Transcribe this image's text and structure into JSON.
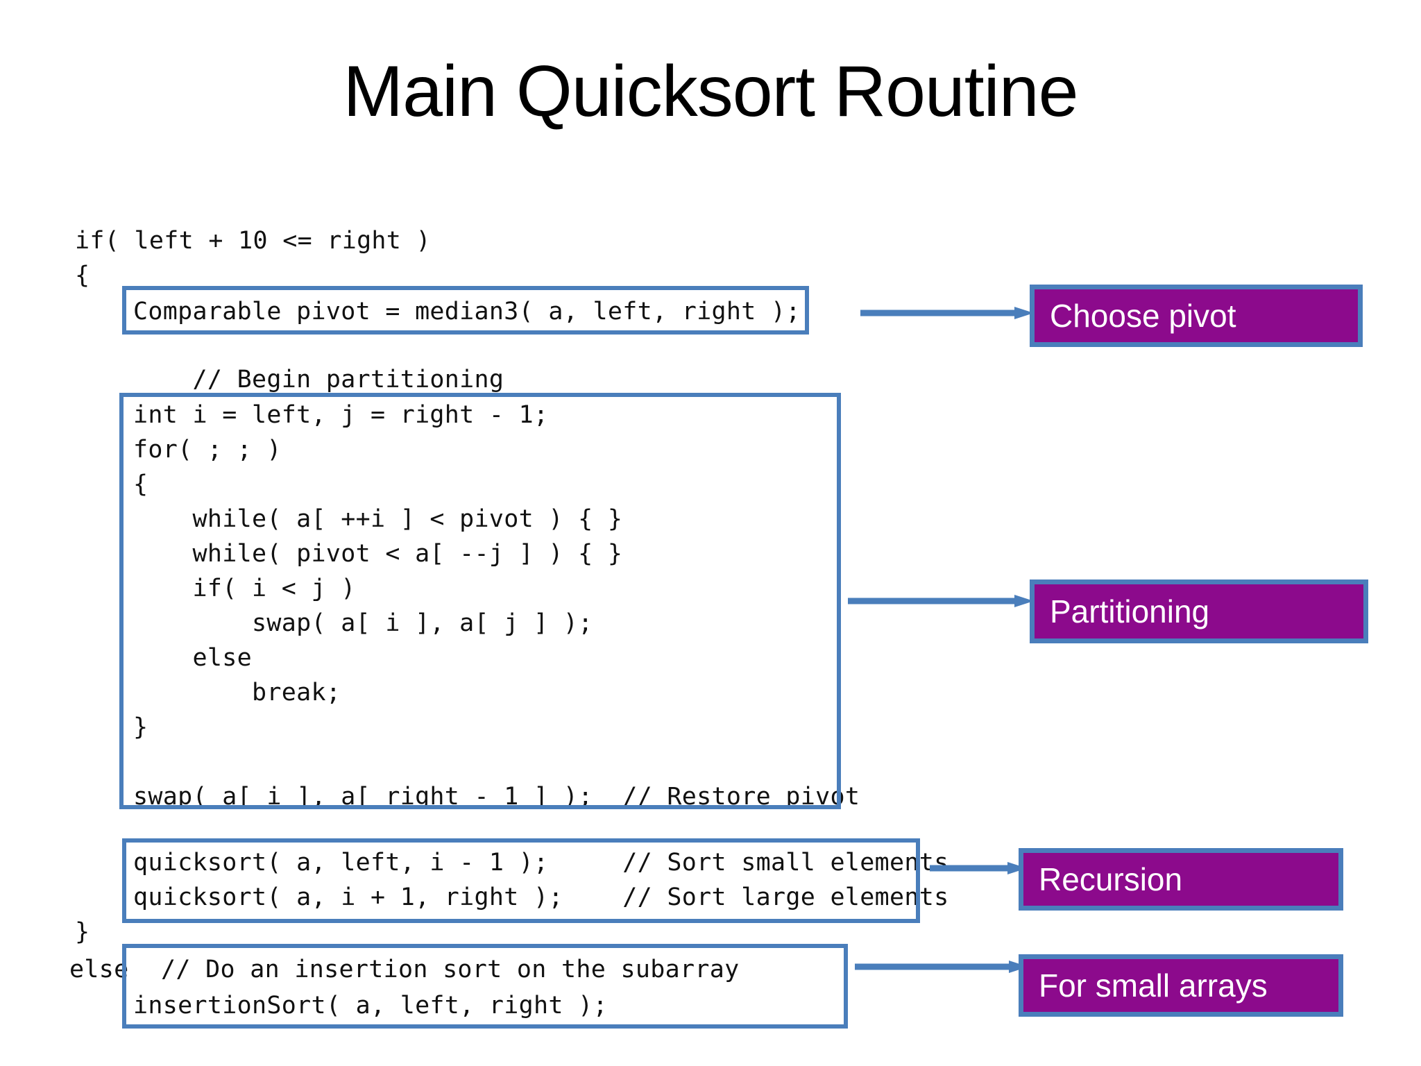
{
  "slide": {
    "title": "Main Quicksort Routine",
    "background_color": "#ffffff"
  },
  "theme": {
    "callout_fill": "#8C0A8C",
    "callout_border": "#4a7ebb",
    "callout_text_color": "#ffffff",
    "highlight_box_border": "#4a7ebb",
    "arrow_color": "#4a7ebb",
    "code_text_color": "#111111"
  },
  "code": {
    "line_if": "if( left + 10 <= right )",
    "line_open_brace": "{",
    "pivot_box": "Comparable pivot = median3( a, left, right );",
    "comment_begin_partitioning": "    // Begin partitioning",
    "partition_lines": [
      "int i = left, j = right - 1;",
      "for( ; ; )",
      "{",
      "    while( a[ ++i ] < pivot ) { }",
      "    while( pivot < a[ --j ] ) { }",
      "    if( i < j )",
      "        swap( a[ i ], a[ j ] );",
      "    else",
      "        break;",
      "}",
      "",
      "swap( a[ i ], a[ right - 1 ] );  // Restore pivot"
    ],
    "recursion_lines": [
      "quicksort( a, left, i - 1 );     // Sort small elements",
      "quicksort( a, i + 1, right );    // Sort large elements"
    ],
    "line_close_brace": "}",
    "else_keyword": "else",
    "else_comment": "// Do an insertion sort on the subarray",
    "insertion_line": "insertionSort( a, left, right );"
  },
  "callouts": [
    {
      "id": "choose-pivot",
      "label": "Choose pivot"
    },
    {
      "id": "partitioning",
      "label": "Partitioning"
    },
    {
      "id": "recursion",
      "label": "Recursion"
    },
    {
      "id": "for-small-arrays",
      "label": "For small arrays"
    }
  ]
}
